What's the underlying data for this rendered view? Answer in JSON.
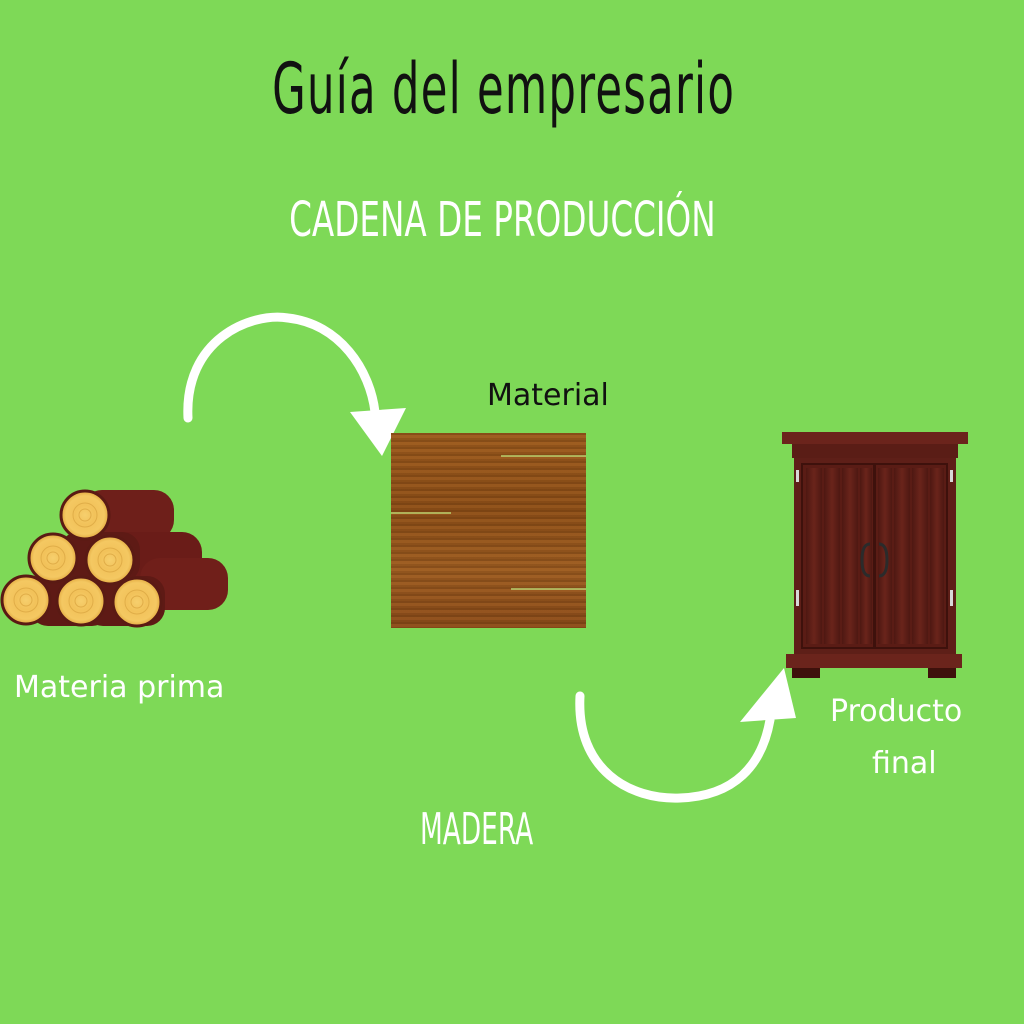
{
  "header": {
    "title": "Guía del empresario",
    "subtitle": "CADENA DE PRODUCCIÓN"
  },
  "diagram": {
    "nodes": [
      {
        "id": "raw",
        "label": "Materia prima",
        "icon": "log-pile-icon"
      },
      {
        "id": "material",
        "label": "Material",
        "icon": "wood-board-icon"
      },
      {
        "id": "product",
        "label_line1": "Producto",
        "label_line2": "final",
        "icon": "wardrobe-icon"
      }
    ],
    "edges": [
      {
        "from": "raw",
        "to": "material",
        "icon": "curved-arrow-down-icon"
      },
      {
        "from": "material",
        "to": "product",
        "icon": "curved-arrow-up-icon"
      }
    ],
    "category_label": "MADERA"
  },
  "colors": {
    "background": "#7ed957",
    "title": "#111111",
    "text_light": "#ffffff",
    "log_bark": "#6e1f1a",
    "log_end": "#f2c25a",
    "wardrobe": "#5e1f18"
  }
}
